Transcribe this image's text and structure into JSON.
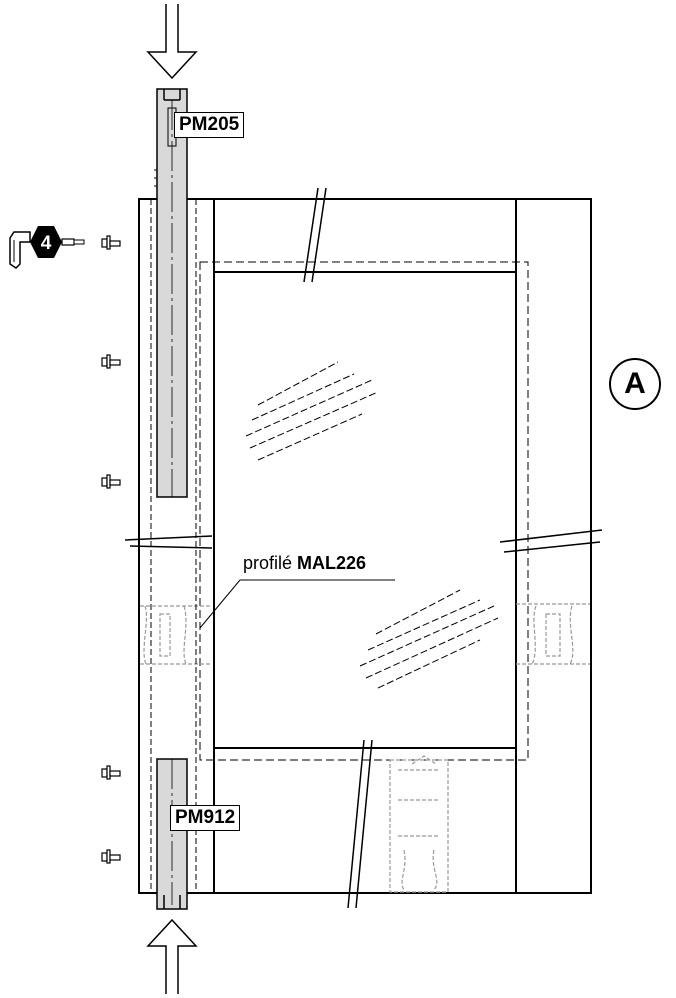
{
  "labels": {
    "top_part": "PM205",
    "bottom_part": "PM912",
    "profile_prefix": "profilé",
    "profile_code": "MAL226",
    "view_marker": "A",
    "tool_step": "4"
  },
  "icons": {
    "tool": "hex-key-icon",
    "screw": "screw-icon",
    "arrow": "arrow-icon"
  },
  "colors": {
    "line": "#000000",
    "rod_fill": "#d9d9d9",
    "ghost": "#aaaaaa"
  }
}
